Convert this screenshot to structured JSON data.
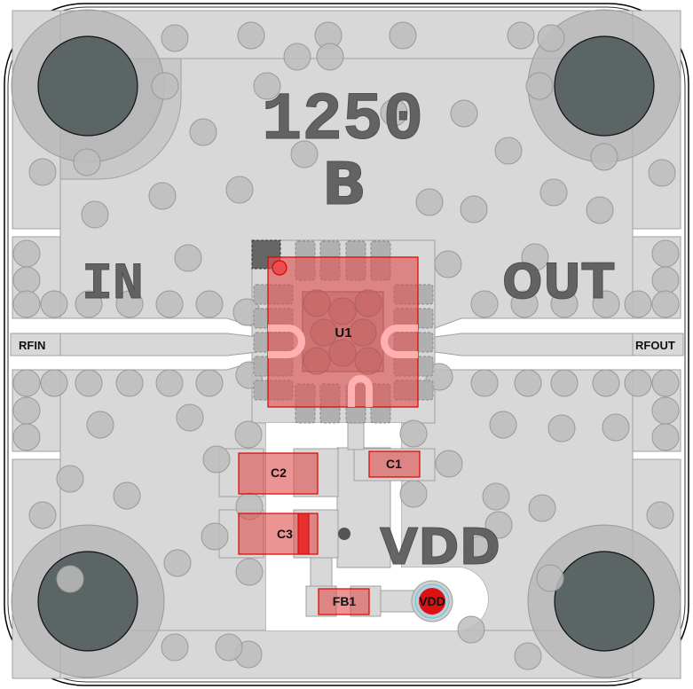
{
  "board": {
    "marking_line1": "1250",
    "marking_line2": "B",
    "input_silkscreen": "IN",
    "output_silkscreen": "OUT",
    "supply_silkscreen": "VDD"
  },
  "ports": {
    "rf_in": "RFIN",
    "rf_out": "RFOUT",
    "vdd_pad": "VDD"
  },
  "components": [
    {
      "ref": "U1",
      "type": "ic-qfn"
    },
    {
      "ref": "C1",
      "type": "capacitor"
    },
    {
      "ref": "C2",
      "type": "capacitor"
    },
    {
      "ref": "C3",
      "type": "capacitor"
    },
    {
      "ref": "FB1",
      "type": "ferrite-bead"
    }
  ],
  "colors": {
    "copper": "#d8d8d8",
    "copper_stroke": "#a0a0a0",
    "via": "#bdbdbd",
    "mount_hole": "#5b6566",
    "component": "#e05050",
    "component_outline": "#e00000",
    "silkscreen": "#5a5a5a"
  }
}
